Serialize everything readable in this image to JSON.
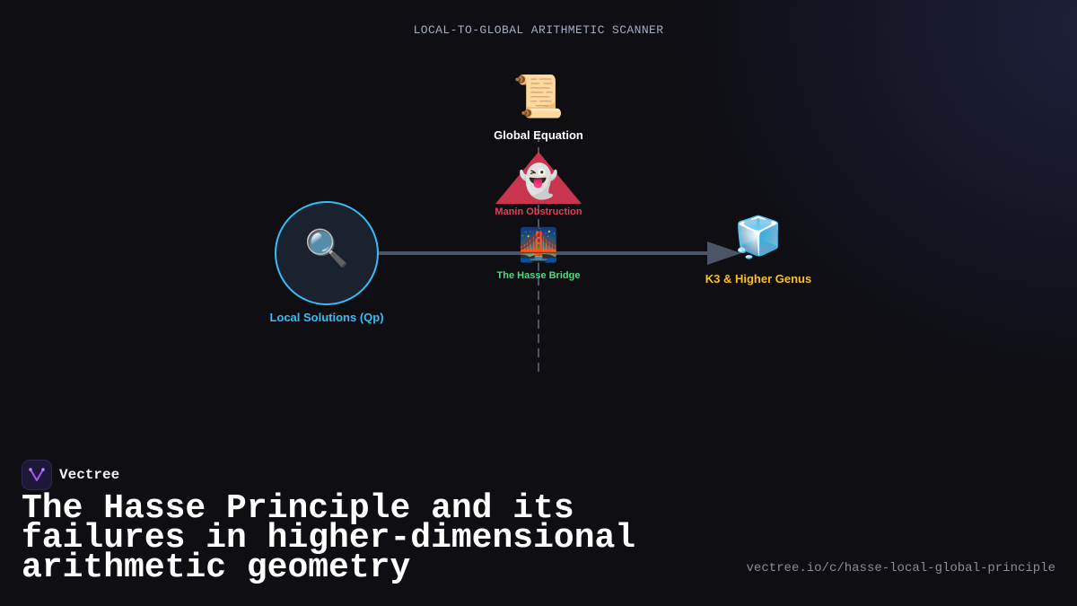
{
  "scanner_title": "LOCAL-TO-GLOBAL ARITHMETIC SCANNER",
  "nodes": {
    "global": {
      "label": "Global Equation",
      "icon": "scroll-icon",
      "emoji": "📜",
      "color": "#ffffff"
    },
    "obstruction": {
      "label": "Manin Obstruction",
      "icon": "ghost-icon",
      "emoji": "👻",
      "color": "#e0405a"
    },
    "bridge": {
      "label": "The Hasse Bridge",
      "icon": "bridge-at-night-icon",
      "emoji": "🌉",
      "color": "#4ade80"
    },
    "local": {
      "label": "Local Solutions (Qp)",
      "icon": "magnifier-icon",
      "emoji": "🔍",
      "color": "#38bdf8"
    },
    "k3": {
      "label": "K3 & Higher Genus",
      "icon": "ice-cube-icon",
      "emoji": "🧊",
      "color": "#fbbf24"
    }
  },
  "brand": {
    "name": "Vectree",
    "icon": "vectree-logo-icon",
    "accent": "#a855f7"
  },
  "headline": "The Hasse Principle and its failures in higher-dimensional arithmetic geometry",
  "url": "vectree.io/c/hasse-local-global-principle",
  "colors": {
    "background": "#0e0e13",
    "arrow": "#4a5568",
    "dashed_axis": "#4a5568",
    "triangle": "#c9344f",
    "circle_stroke": "#38bdf8",
    "circle_fill": "#1a2230"
  }
}
